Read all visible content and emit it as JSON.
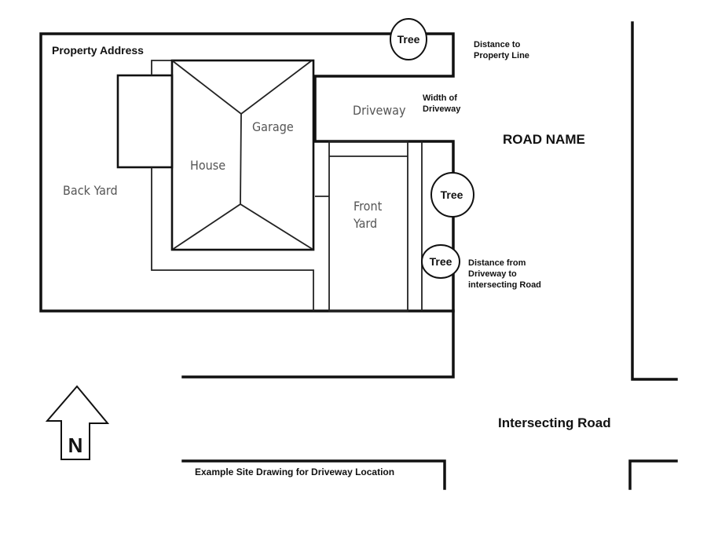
{
  "title": "Example Site Drawing for Driveway Location",
  "labels": {
    "property_address": "Property Address",
    "house": "House",
    "garage": "Garage",
    "back_yard": "Back Yard",
    "driveway": "Driveway",
    "front_yard_line1": "Front",
    "front_yard_line2": "Yard",
    "road_name": "ROAD NAME",
    "intersecting_road": "Intersecting Road",
    "north": "N"
  },
  "trees": [
    {
      "label": "Tree",
      "location": "top property line"
    },
    {
      "label": "Tree",
      "location": "front, along road"
    },
    {
      "label": "Tree",
      "location": "front, near intersecting road"
    }
  ],
  "annotations": {
    "distance_to_property_line": [
      "Distance to",
      "Property Line"
    ],
    "width_of_driveway": [
      "Width of",
      "Driveway"
    ],
    "distance_driveway_to_road": [
      "Distance from",
      "Driveway to",
      "intersecting Road"
    ]
  },
  "colors": {
    "line": "#111111",
    "handwritten_text": "#555555",
    "background": "#ffffff"
  }
}
